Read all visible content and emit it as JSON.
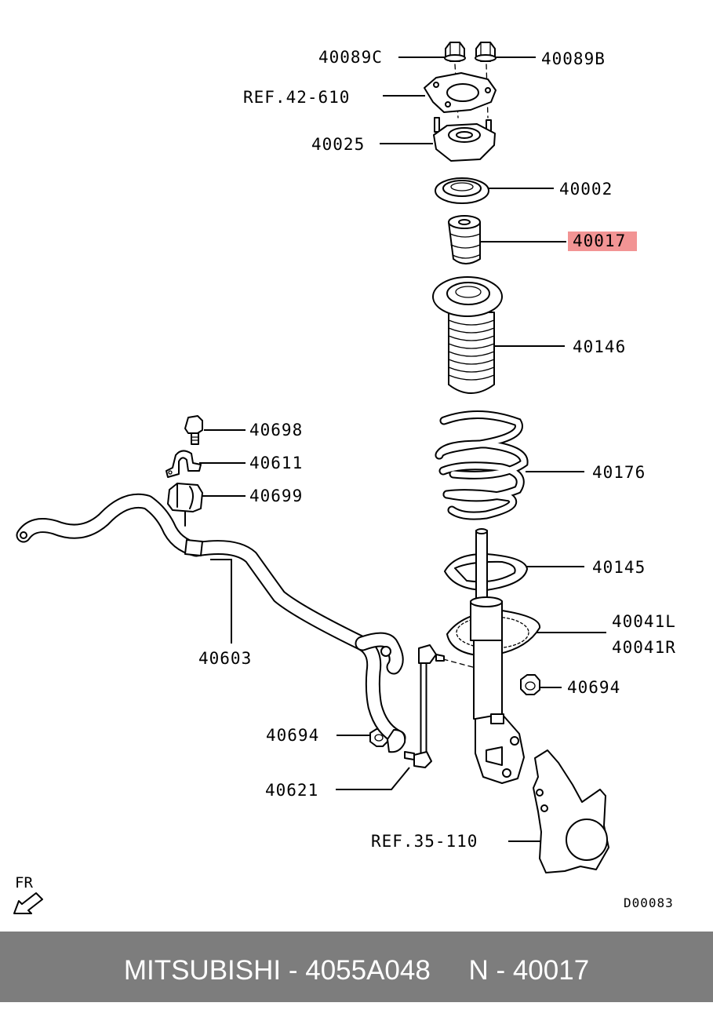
{
  "parts": [
    {
      "id": "nut-40089c",
      "number": "40089C"
    },
    {
      "id": "nut-40089b",
      "number": "40089B"
    },
    {
      "id": "ref-42-610",
      "number": "REF.42-610"
    },
    {
      "id": "mount-40025",
      "number": "40025"
    },
    {
      "id": "seat-40002",
      "number": "40002"
    },
    {
      "id": "bumper-40017",
      "number": "40017",
      "highlighted": true
    },
    {
      "id": "dust-cover-40146",
      "number": "40146"
    },
    {
      "id": "spring-40176",
      "number": "40176"
    },
    {
      "id": "spring-pad-40145",
      "number": "40145"
    },
    {
      "id": "strut-40041l",
      "number": "40041L"
    },
    {
      "id": "strut-40041r",
      "number": "40041R"
    },
    {
      "id": "nut-40694-right",
      "number": "40694"
    },
    {
      "id": "bolt-40698",
      "number": "40698"
    },
    {
      "id": "bracket-40611",
      "number": "40611"
    },
    {
      "id": "bushing-40699",
      "number": "40699"
    },
    {
      "id": "stabilizer-bar-40603",
      "number": "40603"
    },
    {
      "id": "nut-40694-left",
      "number": "40694"
    },
    {
      "id": "link-40621",
      "number": "40621"
    },
    {
      "id": "ref-35-110",
      "number": "REF.35-110"
    }
  ],
  "direction_label": "FR",
  "diagram_code": "D00083",
  "footer": {
    "brand": "MITSUBISHI",
    "part_number": "4055A048",
    "diagram_ref": "N - 40017",
    "text": "MITSUBISHI - 4055A048     N - 40017"
  },
  "colors": {
    "highlight": "#f29494",
    "footer_background": "#7d7d7d",
    "footer_text": "#ffffff"
  }
}
